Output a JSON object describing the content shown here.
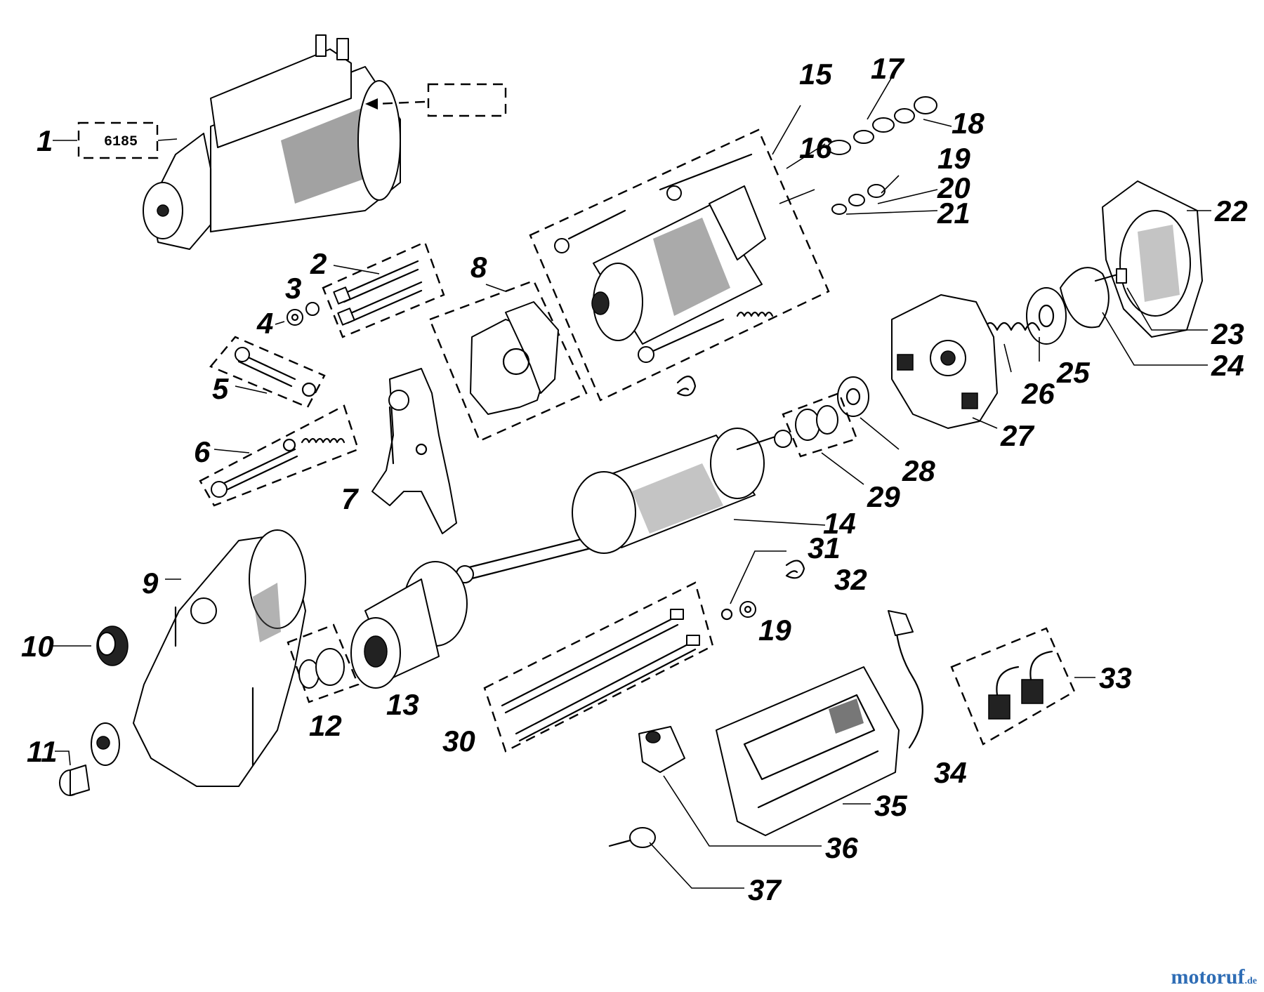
{
  "diagram": {
    "callouts": [
      "1",
      "2",
      "3",
      "4",
      "5",
      "6",
      "7",
      "8",
      "9",
      "10",
      "11",
      "12",
      "13",
      "14",
      "15",
      "16",
      "17",
      "18",
      "19",
      "20",
      "21",
      "22",
      "23",
      "24",
      "25",
      "26",
      "27",
      "28",
      "29",
      "30",
      "31",
      "32",
      "33",
      "34",
      "35",
      "36",
      "37",
      "19"
    ],
    "assembly_box_label": "6185"
  },
  "watermark": {
    "brand": "motoruf",
    "suffix": ".de",
    "color": "#2f6db5"
  }
}
